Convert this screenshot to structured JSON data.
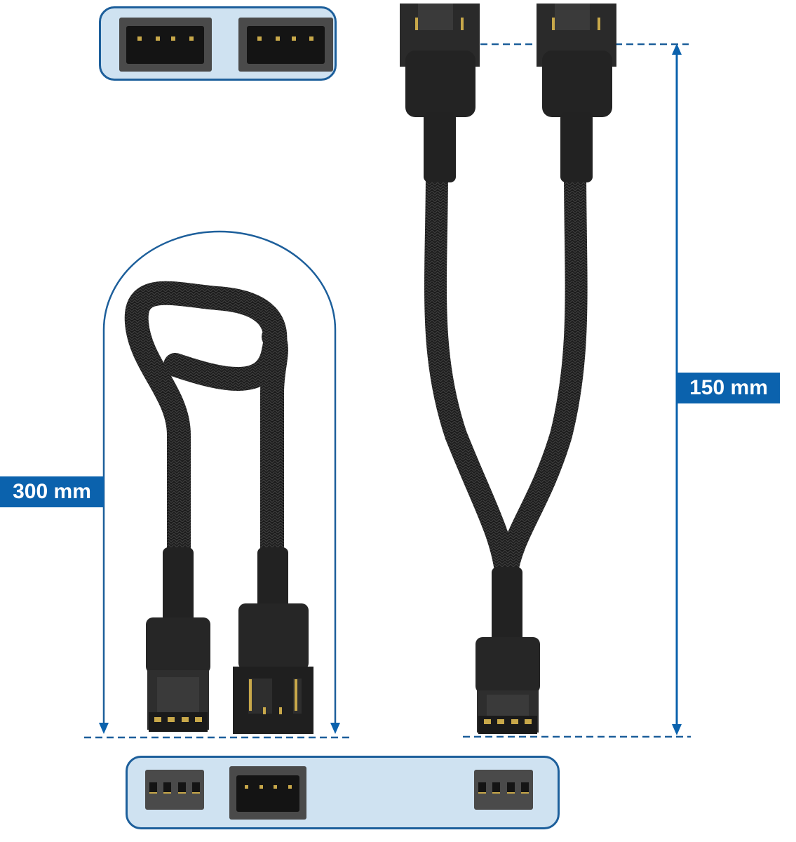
{
  "colors": {
    "accent": "#0b62ad",
    "panel_bg": "#cfe2f1",
    "panel_border": "#1d5f9b",
    "connector_black": "#1c1c1c",
    "connector_gray": "#4a4a4a",
    "pin_gold": "#c8a84a"
  },
  "dimensions": {
    "loop_cable_length": "300 mm",
    "splitter_length": "150 mm"
  },
  "panels": {
    "top": {
      "connectors": [
        {
          "type": "4-pin-male-header-front",
          "pins": 4
        },
        {
          "type": "4-pin-male-header-front",
          "pins": 4
        }
      ]
    },
    "bottom": {
      "connectors": [
        {
          "type": "4-pin-female-front",
          "pins": 4
        },
        {
          "type": "4-pin-male-header-front",
          "pins": 4
        },
        {
          "type": "4-pin-female-front",
          "pins": 4
        }
      ]
    }
  },
  "cables": {
    "extension": {
      "ends": [
        "4-pin-female",
        "4-pin-male"
      ],
      "sleeve": "black braided"
    },
    "splitter": {
      "ends": [
        "4-pin-male",
        "4-pin-male",
        "4-pin-female"
      ],
      "sleeve": "black braided"
    }
  }
}
